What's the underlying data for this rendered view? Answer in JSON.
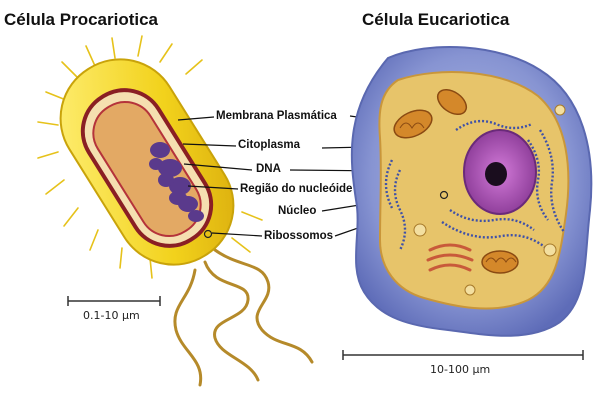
{
  "titles": {
    "prokaryote": "Célula Procariotica",
    "eukaryote": "Célula Eucariotica"
  },
  "labels": {
    "membrane": "Membrana Plasmática",
    "cytoplasm": "Citoplasma",
    "dna": "DNA",
    "nucleoid": "Região do nucleóide",
    "nucleus": "Núcleo",
    "ribosomes": "Ribossomos"
  },
  "scales": {
    "prokaryote": "0.1-10 µm",
    "eukaryote": "10-100 µm"
  },
  "colors": {
    "bacterium_body": "#f2d21c",
    "cell_wall": "#8a1f24",
    "bacterium_cytoplasm": "#e3a964",
    "dna": "#5a3a8c",
    "flagella": "#b58a2a",
    "eukaryote_membrane": "#6a78c0",
    "eukaryote_cytoplasm": "#e7c46a",
    "nucleus": "#a64aa6",
    "er": "#3f51a8",
    "mitochondrion": "#d4882a"
  }
}
